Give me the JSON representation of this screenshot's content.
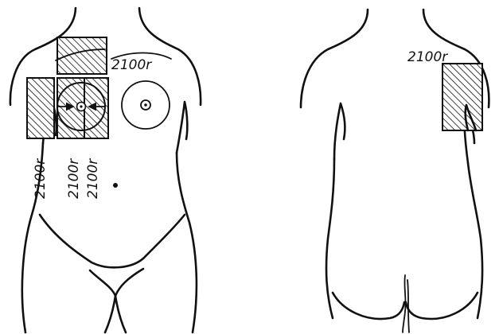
{
  "colors": {
    "ink": "#111111",
    "background": "#ffffff",
    "hatch": "#111111"
  },
  "front": {
    "fields": {
      "supraclavicular": {
        "dose": "2100r"
      },
      "axillary": {
        "dose": "2100r"
      },
      "tangential": {
        "dose": "2100r"
      },
      "parasternal": {
        "dose": "2100r"
      }
    }
  },
  "back": {
    "fields": {
      "scapular": {
        "dose": "2100r"
      }
    }
  }
}
